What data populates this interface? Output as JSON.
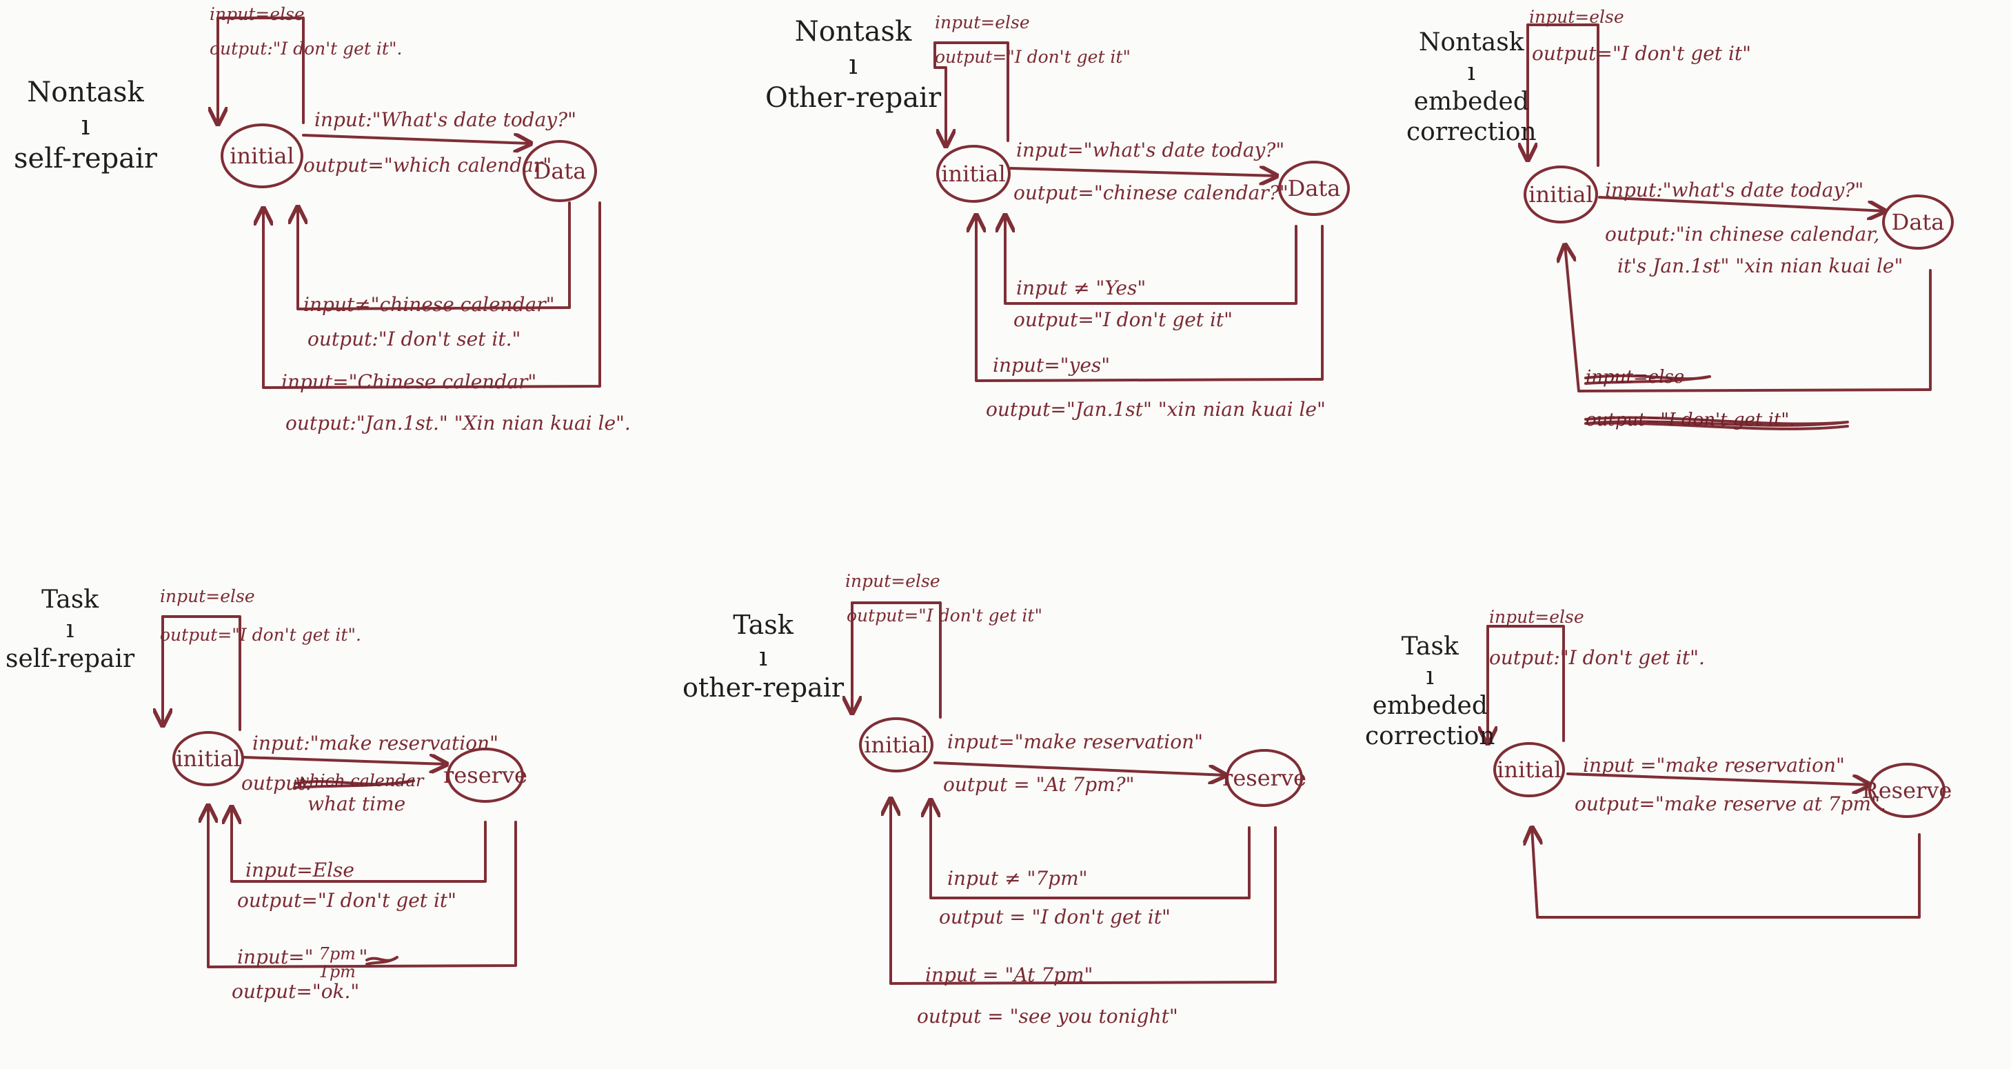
{
  "colors": {
    "ink": "#7f2e36",
    "paper": "#fbfbf9",
    "title_ink": "#1e1e1e"
  },
  "diagrams": {
    "d1": {
      "title": [
        "Nontask",
        "ı",
        "self-repair"
      ],
      "nodes": {
        "initial": "initial",
        "target": "Data"
      },
      "loop_input": "input=else",
      "loop_output": "output:\"I don't get it\".",
      "fwd_input": "input:\"What's date today?\"",
      "fwd_output": "output=\"which calendar\"",
      "back1_input": "input≠\"chinese calendar\"",
      "back1_output": "output:\"I don't set it.\"",
      "back2_input": "input=\"Chinese calendar\"",
      "back2_output": "output:\"Jan.1st.\" \"Xin nian kuai le\"."
    },
    "d2": {
      "title": [
        "Nontask",
        "ı",
        "Other-repair"
      ],
      "nodes": {
        "initial": "initial",
        "target": "Data"
      },
      "loop_input": "input=else",
      "loop_output": "output=\"I don't get it\"",
      "fwd_input": "input=\"what's date today?\"",
      "fwd_output": "output=\"chinese calendar?\"",
      "back1_input": "input ≠ \"Yes\"",
      "back1_output": "output=\"I don't get it\"",
      "back2_input": "input=\"yes\"",
      "back2_output": "output=\"Jan.1st\" \"xin nian kuai le\""
    },
    "d3": {
      "title": [
        "Nontask",
        "ı",
        "embeded",
        "correction"
      ],
      "nodes": {
        "initial": "initial",
        "target": "Data"
      },
      "loop_input": "input=else",
      "loop_output": "output=\"I don't get it\"",
      "fwd_input": "input:\"what's date today?\"",
      "fwd_output": "output:\"in chinese calendar,",
      "fwd_output2": "it's Jan.1st\" \"xin nian kuai le\"",
      "struck_input": "input=else",
      "struck_output": "output=\"I don't get it\"."
    },
    "d4": {
      "title": [
        "Task",
        "ı",
        "self-repair"
      ],
      "nodes": {
        "initial": "initial",
        "target": "reserve"
      },
      "loop_input": "input=else",
      "loop_output": "output=\"I don't get it\".",
      "fwd_input": "input:\"make reservation\"",
      "fwd_output": "output:",
      "fwd_output_struck": "which calendar",
      "fwd_output2": "what time",
      "back1_input": "input=Else",
      "back1_output": "output=\"I don't get it\"",
      "back2_input": "input=\"",
      "back2_input_word": "7pm",
      "back2_input_struck": "1pm",
      "back2_input_end": "\"",
      "back2_output": "output=\"ok.\""
    },
    "d5": {
      "title": [
        "Task",
        "ı",
        "other-repair"
      ],
      "nodes": {
        "initial": "initial",
        "target": "reserve"
      },
      "loop_input": "input=else",
      "loop_output": "output=\"I don't get it\"",
      "fwd_input": "input=\"make reservation\"",
      "fwd_output": "output = \"At 7pm?\"",
      "back1_input": "input ≠ \"7pm\"",
      "back1_output": "output = \"I don't get it\"",
      "back2_input": "input = \"At 7pm\"",
      "back2_output": "output = \"see you tonight\""
    },
    "d6": {
      "title": [
        "Task",
        "ı",
        "embeded",
        "correction"
      ],
      "nodes": {
        "initial": "initial",
        "target": "Reserve"
      },
      "loop_input": "input=else",
      "loop_output": "output:\"I don't get it\".",
      "fwd_input": "input =\"make reservation\"",
      "fwd_output": "output=\"make reserve at 7pm\"."
    }
  }
}
